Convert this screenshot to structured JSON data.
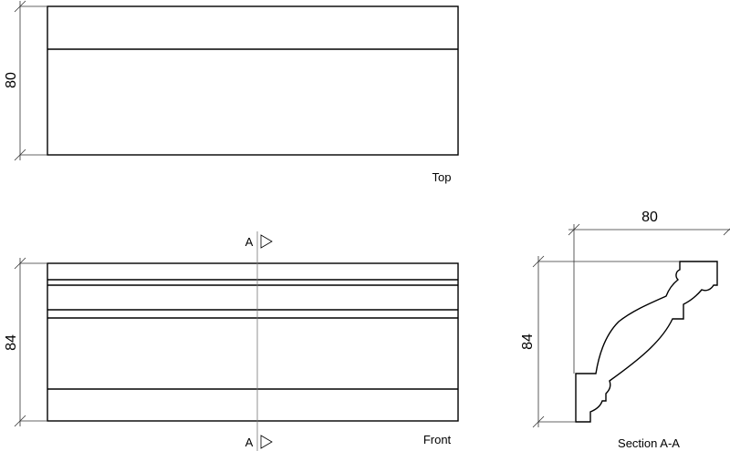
{
  "views": {
    "top": {
      "label": "Top",
      "dimension": "80"
    },
    "front": {
      "label": "Front",
      "dimension": "84"
    },
    "section": {
      "label": "Section A-A",
      "width_dimension": "80",
      "height_dimension": "84"
    }
  },
  "section_marker": {
    "letter": "A"
  }
}
